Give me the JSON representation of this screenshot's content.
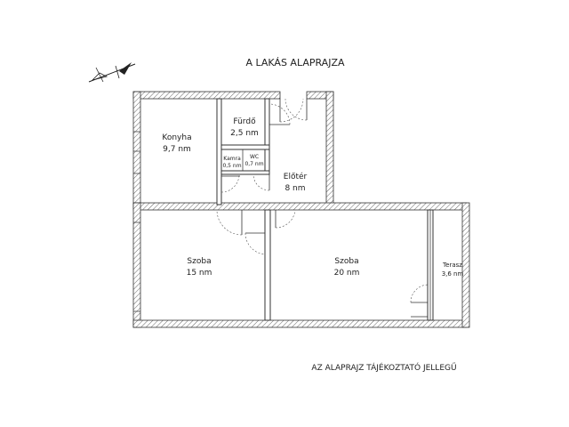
{
  "title": "A LAKÁS ALAPRAJZA",
  "footer_note": "AZ ALAPRAJZ TÁJÉKOZTATÓ JELLEGŰ",
  "rooms": [
    {
      "name": "Konyha",
      "area": "9,7 nm"
    },
    {
      "name": "Fürdő",
      "area": "2,5 nm"
    },
    {
      "name": "Kamra",
      "area": "0,5 nm"
    },
    {
      "name": "WC",
      "area": "0,7 nm"
    },
    {
      "name": "Előtér",
      "area": "8 nm"
    },
    {
      "name": "Szoba",
      "area": "15 nm"
    },
    {
      "name": "Szoba",
      "area": "20 nm"
    },
    {
      "name": "Terasz",
      "area": "3,6 nm"
    }
  ],
  "icons": {
    "compass": "north-arrow-icon"
  }
}
